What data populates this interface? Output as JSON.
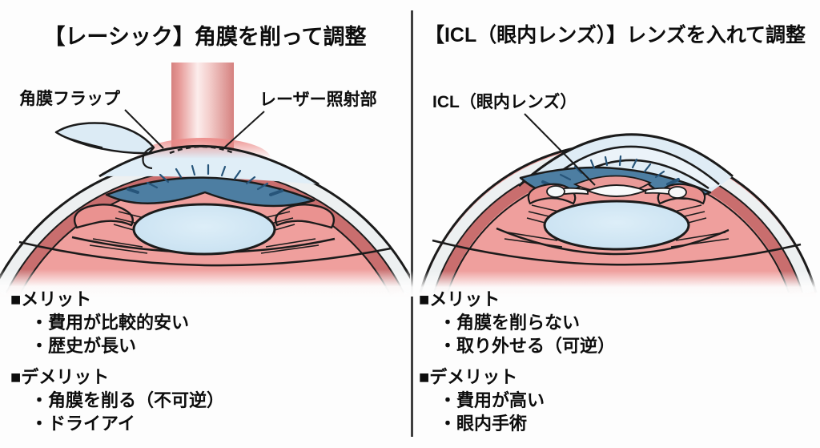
{
  "left_panel": {
    "title": "【レーシック】角膜を削って調整",
    "flap_label": "角膜フラップ",
    "laser_label": "レーザー照射部",
    "merit_heading": "■メリット",
    "merit_items": [
      "・費用が比較的安い",
      "・歴史が長い"
    ],
    "demerit_heading": "■デメリット",
    "demerit_items": [
      "・角膜を削る（不可逆）",
      "・ドライアイ"
    ]
  },
  "right_panel": {
    "title": "【ICL（眼内レンズ）】レンズを入れて調整",
    "icl_label": "ICL（眼内レンズ）",
    "merit_heading": "■メリット",
    "merit_items": [
      "・角膜を削らない",
      "・取り外せる（可逆）"
    ],
    "demerit_heading": "■デメリット",
    "demerit_items": [
      "・費用が高い",
      "・眼内手術"
    ]
  },
  "colors": {
    "background": "#fdfdfd",
    "text": "#0d0d0d",
    "divider": "#3f3f3f",
    "outline": "#1b1b1b",
    "sclera_gray": "#edf0f1",
    "choroid_red": "#c96e6e",
    "tissue_pink": "#ef9f9d",
    "ciliary_pink": "#ea9290",
    "cornea_blue": "#dfecf5",
    "iris_blue": "#4d7ea2",
    "iris_streak": "#27557a",
    "lens_blue": "#c9e2f2",
    "laser_edge": "#d5817f",
    "laser_center": "#fcedec",
    "glow_pink": "#ec8a88",
    "icl_white": "#f8fafb"
  }
}
